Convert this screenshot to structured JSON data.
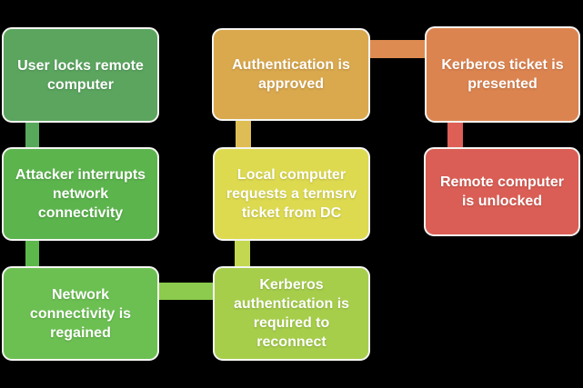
{
  "diagram": {
    "background_color": "#000000",
    "text_color": "#FFFFFF",
    "nodes": [
      {
        "id": "user-locks-remote-computer",
        "label": "User locks remote\ncomputer",
        "color": "#5BA55F"
      },
      {
        "id": "attacker-interrupts-connectivity",
        "label": "Attacker interrupts\nnetwork\nconnectivity",
        "color": "#5CB44D"
      },
      {
        "id": "network-connectivity-regained",
        "label": "Network\nconnectivity is\nregained",
        "color": "#6CC052"
      },
      {
        "id": "kerberos-auth-required",
        "label": "Kerberos\nauthentication is\nrequired to\nreconnect",
        "color": "#A6CE4B"
      },
      {
        "id": "local-computer-requests-ticket",
        "label": "Local computer\nrequests a termsrv\nticket from DC",
        "color": "#DDDA50"
      },
      {
        "id": "authentication-approved",
        "label": "Authentication is\napproved",
        "color": "#DAA84D"
      },
      {
        "id": "kerberos-ticket-presented",
        "label": "Kerberos ticket is\npresented",
        "color": "#DC8450"
      },
      {
        "id": "remote-computer-unlocked",
        "label": "Remote computer\nis unlocked",
        "color": "#DA5E55"
      }
    ],
    "connectors": [
      {
        "from": "user-locks-remote-computer",
        "to": "attacker-interrupts-connectivity",
        "color": "#58A85C"
      },
      {
        "from": "attacker-interrupts-connectivity",
        "to": "network-connectivity-regained",
        "color": "#5DB84C"
      },
      {
        "from": "network-connectivity-regained",
        "to": "kerberos-auth-required",
        "color": "#8CCB4E"
      },
      {
        "from": "kerberos-auth-required",
        "to": "local-computer-requests-ticket",
        "color": "#C3D750"
      },
      {
        "from": "local-computer-requests-ticket",
        "to": "authentication-approved",
        "color": "#DFBD55"
      },
      {
        "from": "authentication-approved",
        "to": "kerberos-ticket-presented",
        "color": "#DD8B50"
      },
      {
        "from": "kerberos-ticket-presented",
        "to": "remote-computer-unlocked",
        "color": "#DD5F55"
      }
    ]
  }
}
